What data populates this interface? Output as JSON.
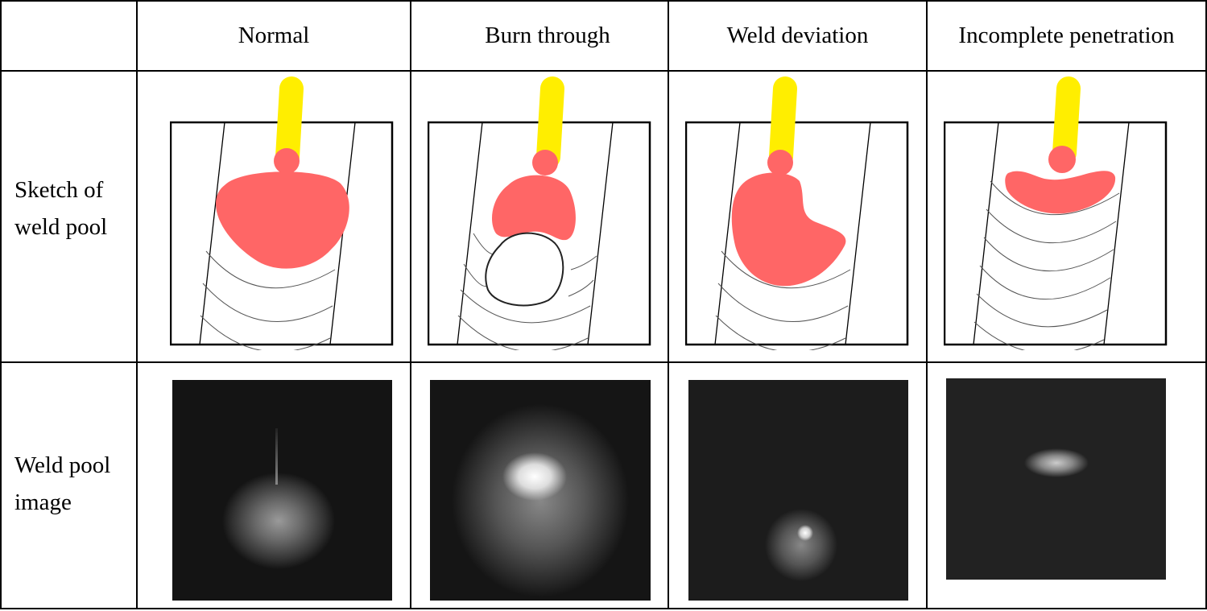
{
  "columns": [
    "Normal",
    "Burn through",
    "Weld deviation",
    "Incomplete penetration"
  ],
  "rows": {
    "sketch": {
      "line1": "Sketch of",
      "line2": "weld pool"
    },
    "image": {
      "line1": "Weld pool",
      "line2": "image"
    }
  },
  "colors": {
    "electrode": "#FFEE00",
    "pool": "#FF6666"
  }
}
